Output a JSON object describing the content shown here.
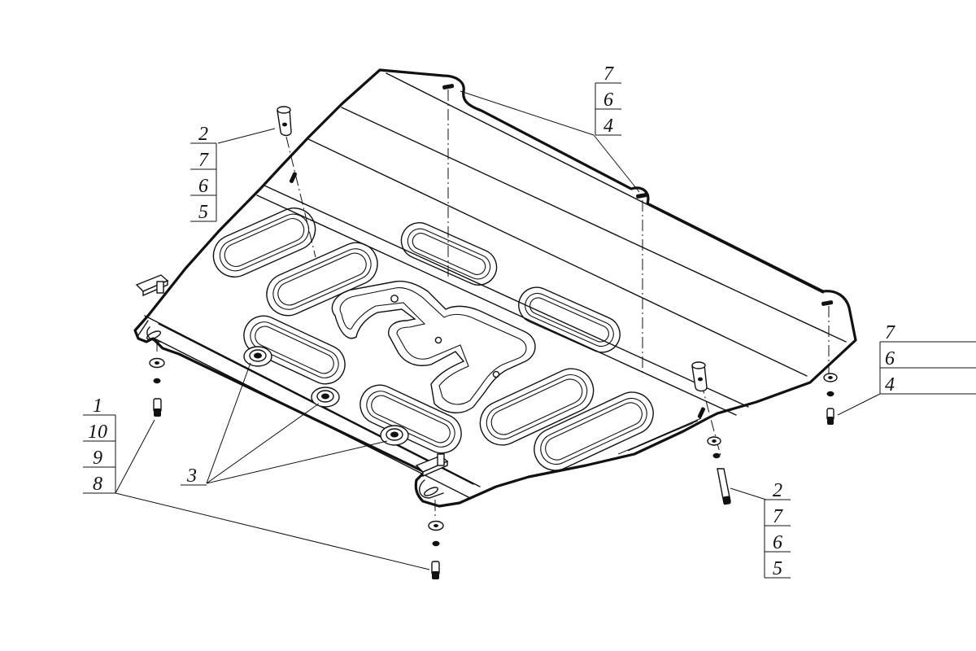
{
  "callouts": {
    "top_right": [
      "7",
      "6",
      "4"
    ],
    "top_left": [
      "2",
      "7",
      "6",
      "5"
    ],
    "right": [
      "7",
      "6",
      "4"
    ],
    "left": [
      "1",
      "10",
      "9",
      "8"
    ],
    "bottom_right": [
      "2",
      "7",
      "6",
      "5"
    ],
    "bolt_bosses": "3"
  }
}
